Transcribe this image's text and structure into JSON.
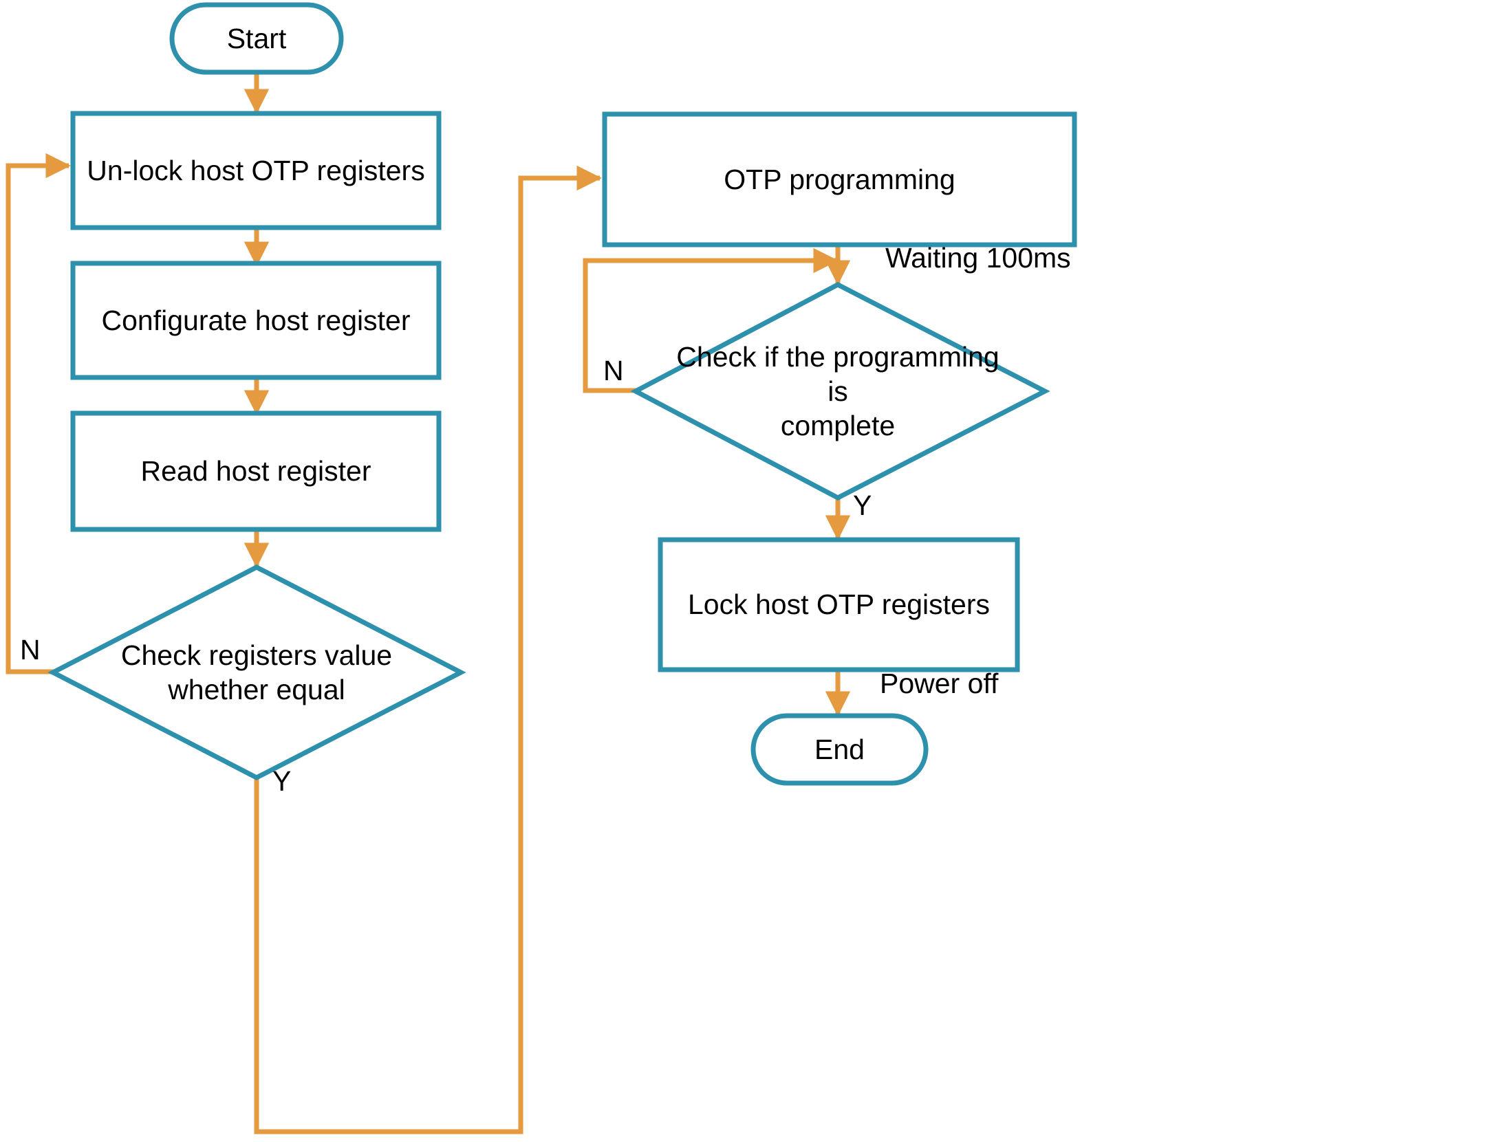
{
  "diagram": {
    "title": "OTP programming flowchart",
    "colors": {
      "node_stroke": "#2d90ad",
      "edge_stroke": "#e59a40",
      "text": "#000000",
      "background": "#ffffff"
    },
    "nodes": [
      {
        "id": "start",
        "shape": "terminator",
        "label": "Start"
      },
      {
        "id": "unlock",
        "shape": "process",
        "label": "Un-lock host OTP registers"
      },
      {
        "id": "configurate",
        "shape": "process",
        "label": "Configurate host register"
      },
      {
        "id": "read",
        "shape": "process",
        "label": "Read host register"
      },
      {
        "id": "check_equal",
        "shape": "decision",
        "label": "Check registers value\nwhether equal"
      },
      {
        "id": "otp_prog",
        "shape": "process",
        "label": "OTP programming"
      },
      {
        "id": "check_done",
        "shape": "decision",
        "label": "Check if the programming is\ncomplete"
      },
      {
        "id": "lock",
        "shape": "process",
        "label": "Lock host OTP registers"
      },
      {
        "id": "end",
        "shape": "terminator",
        "label": "End"
      }
    ],
    "edges": [
      {
        "id": "e1",
        "from": "start",
        "to": "unlock",
        "label": ""
      },
      {
        "id": "e2",
        "from": "unlock",
        "to": "configurate",
        "label": ""
      },
      {
        "id": "e3",
        "from": "configurate",
        "to": "read",
        "label": ""
      },
      {
        "id": "e4",
        "from": "read",
        "to": "check_equal",
        "label": ""
      },
      {
        "id": "e5",
        "from": "check_equal",
        "to": "unlock",
        "label": "N"
      },
      {
        "id": "e6",
        "from": "check_equal",
        "to": "otp_prog",
        "label": "Y"
      },
      {
        "id": "e7",
        "from": "otp_prog",
        "to": "check_done",
        "label": "Waiting 100ms"
      },
      {
        "id": "e8",
        "from": "check_done",
        "to": "otp_prog",
        "label": "N"
      },
      {
        "id": "e9",
        "from": "check_done",
        "to": "lock",
        "label": "Y"
      },
      {
        "id": "e10",
        "from": "lock",
        "to": "end",
        "label": "Power off"
      }
    ],
    "edge_labels": {
      "check_equal_no": "N",
      "check_equal_yes": "Y",
      "waiting": "Waiting 100ms",
      "check_done_no": "N",
      "check_done_yes": "Y",
      "power_off": "Power off"
    }
  }
}
